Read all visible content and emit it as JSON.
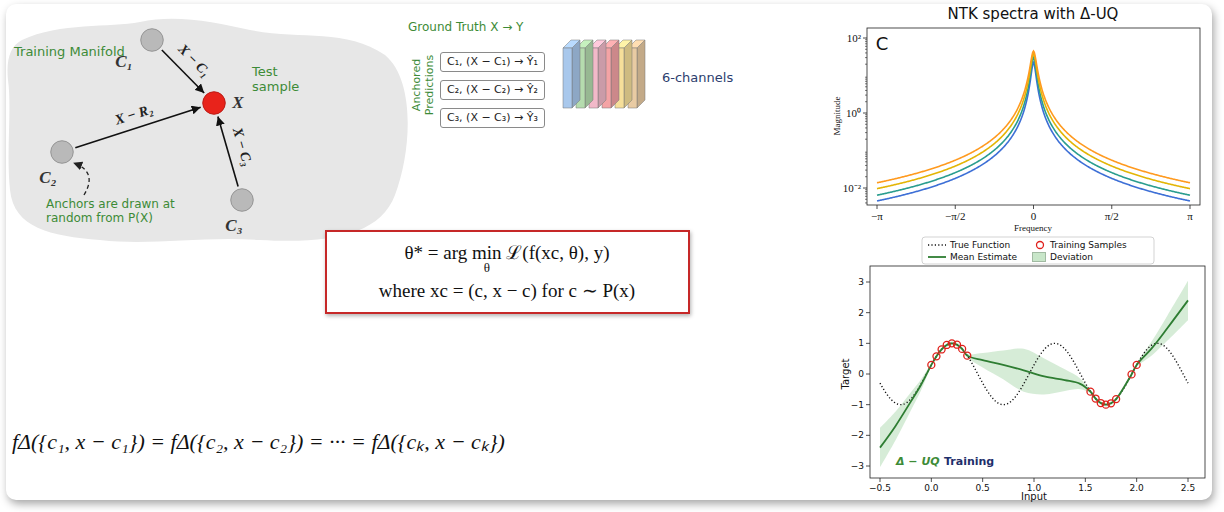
{
  "diagram": {
    "nodes": [
      {
        "text": [
          "C₁"
        ]
      },
      {
        "text": [
          "X"
        ]
      },
      {
        "text": [
          "C₂"
        ]
      },
      {
        "text": [
          "C₃"
        ]
      },
      {
        "text": [
          "C₁, (X − C₁) → Ŷ₁"
        ]
      },
      {
        "text": [
          "C₂, (X − C₂) → Ŷ₂"
        ]
      },
      {
        "text": [
          "C₃, (X − C₃) → Ŷ₃"
        ]
      },
      {
        "text": [
          "θ* = arg min ℒ(f(xc, θ), y)",
          "θ",
          "where xc = (c, x − c) for c ∼ P(x)"
        ]
      }
    ],
    "edges": [
      {
        "from": 0,
        "to": 1,
        "arrow": "to",
        "label": "X − C₁"
      },
      {
        "from": 2,
        "to": 1,
        "arrow": "to",
        "label": "X − R₂"
      },
      {
        "from": 3,
        "to": 1,
        "arrow": "to",
        "label": "X − C₃"
      }
    ],
    "labels": [
      "Training Manifold",
      "Test sample",
      "Anchors are drawn at random from P(X)",
      "Ground Truth X → Y",
      "Anchored Predictions",
      "6-channels",
      "fΔ({c₁, x − c₁}) = fΔ({c₂, x − c₂}) = ··· = fΔ({cₖ, x − cₖ})",
      "NTK spectra with Δ-UQ",
      "C",
      "Magnitude",
      "Frequency",
      "10²",
      "10⁰",
      "10⁻²",
      "−π",
      "−π/2",
      "0",
      "π/2",
      "π",
      "Target",
      "Input",
      "3",
      "2",
      "1",
      "0",
      "−1",
      "−2",
      "−3",
      "−0.5",
      "0.0",
      "0.5",
      "1.0",
      "1.5",
      "2.0",
      "2.5",
      "Δ − UQ",
      "Training"
    ],
    "legend": [
      {
        "text": "True Function"
      },
      {
        "text": "Training Samples"
      },
      {
        "text": "Mean Estimate"
      },
      {
        "text": "Deviation",
        "color": "#c8e6c9"
      }
    ]
  }
}
